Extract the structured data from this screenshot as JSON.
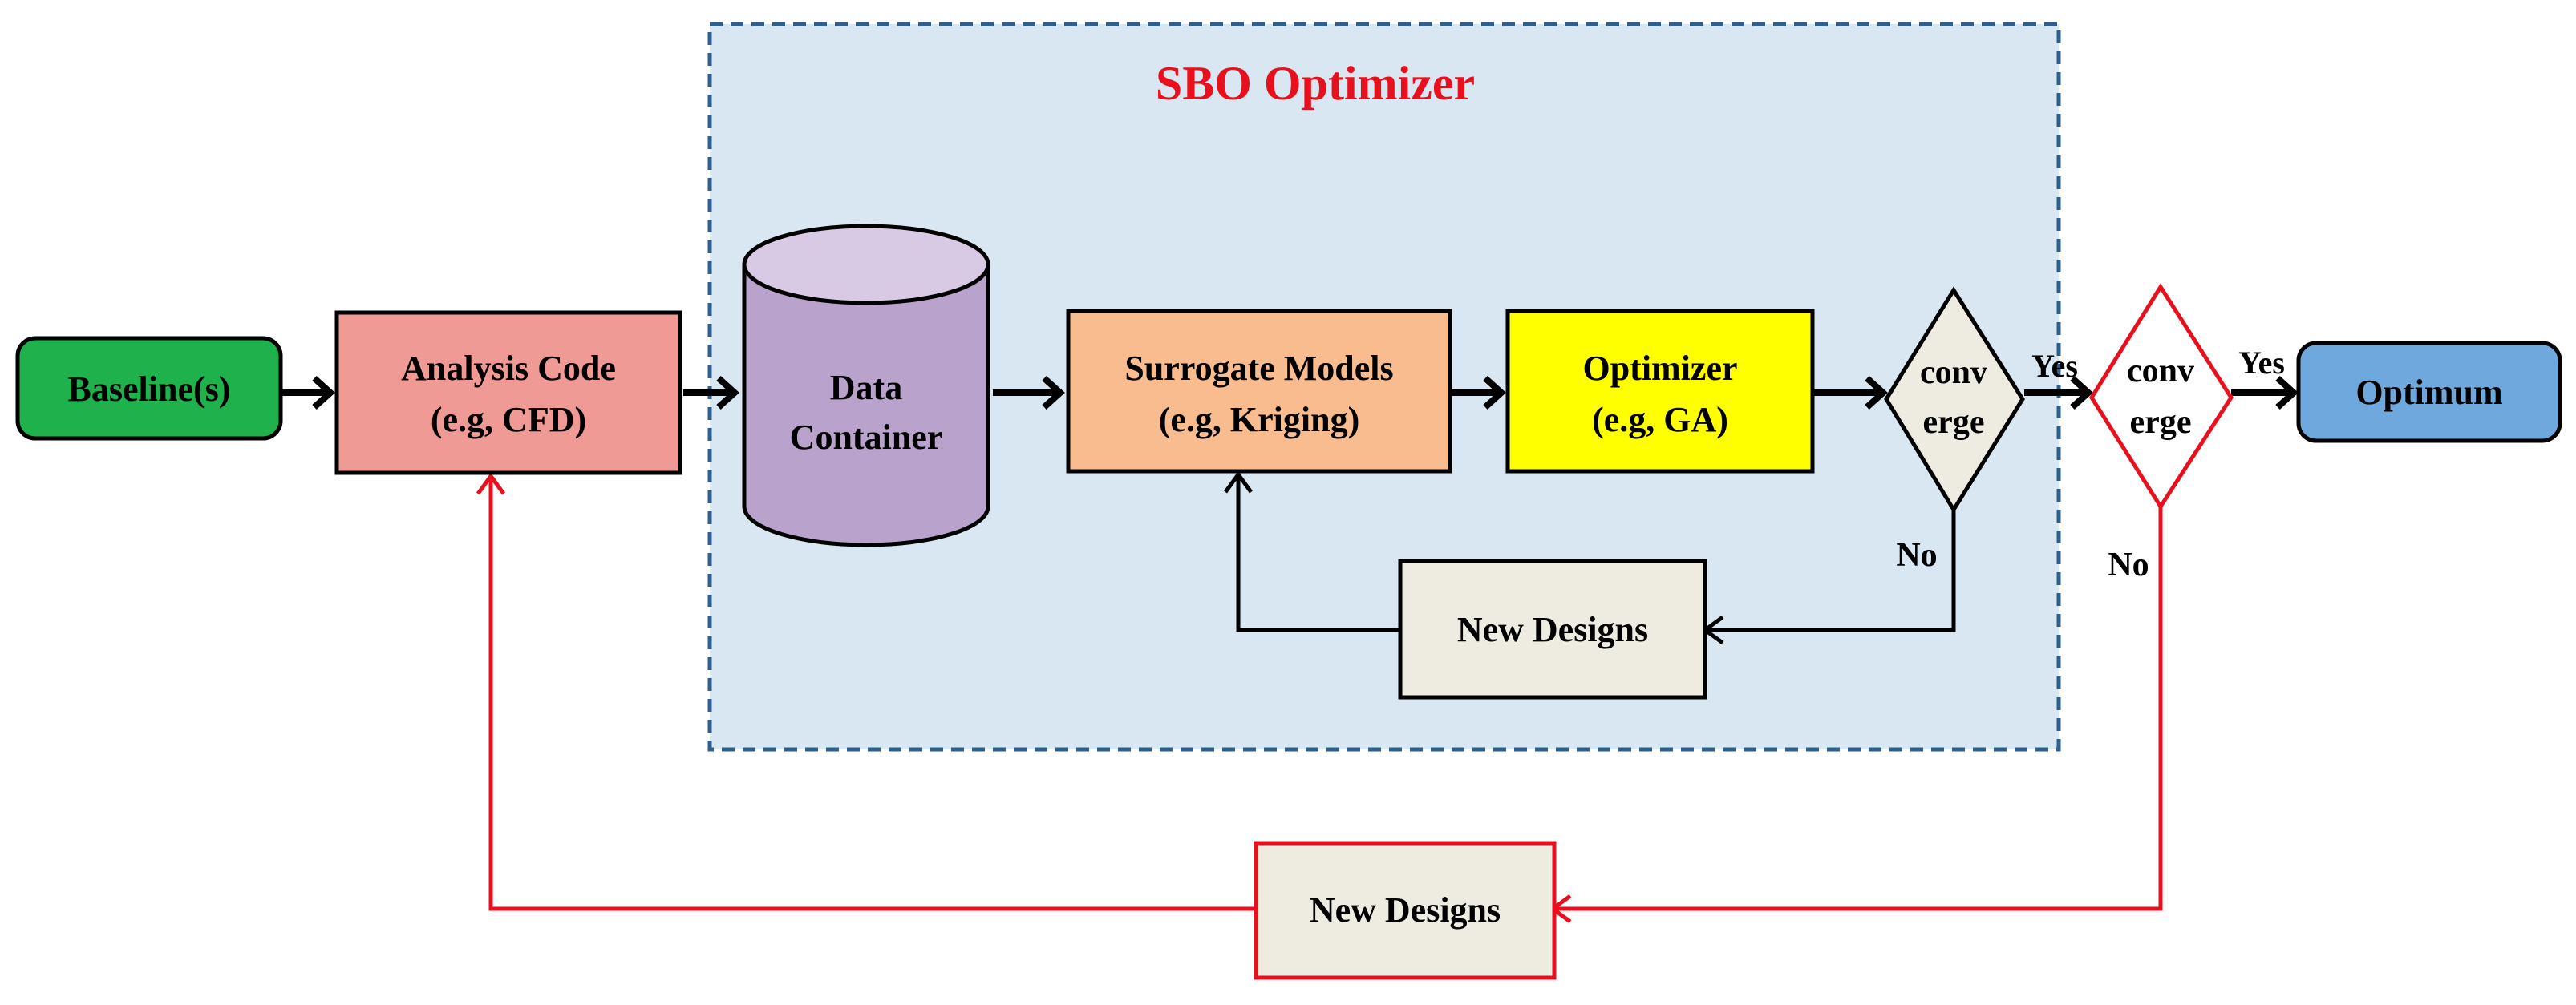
{
  "colors": {
    "red": "#e8101c",
    "black": "#000000",
    "panel_fill": "#d9e7f2",
    "panel_border": "#2f5f8f",
    "baseline_fill": "#1fb14b",
    "analysis_fill": "#f09a96",
    "container_fill": "#b9a3cc",
    "container_top": "#d8c9e4",
    "surrogate_fill": "#f8bc8f",
    "optimizer_fill": "#ffff00",
    "decision_fill": "#eeece1",
    "newdesign_fill": "#eeece1",
    "optimum_fill": "#6fa8dc"
  },
  "panel": {
    "title": "SBO Optimizer"
  },
  "nodes": {
    "baseline": {
      "label": "Baseline(s)"
    },
    "analysis": {
      "line1": "Analysis Code",
      "line2": "(e.g, CFD)"
    },
    "container": {
      "line1": "Data",
      "line2": "Container"
    },
    "surrogate": {
      "line1": "Surrogate Models",
      "line2": "(e.g, Kriging)"
    },
    "optimizer": {
      "line1": "Optimizer",
      "line2": "(e.g, GA)"
    },
    "inner_converge": {
      "line1": "conv",
      "line2": "erge"
    },
    "outer_converge": {
      "line1": "conv",
      "line2": "erge"
    },
    "optimum": {
      "label": "Optimum"
    },
    "inner_new_designs": {
      "label": "New Designs"
    },
    "outer_new_designs": {
      "label": "New Designs"
    }
  },
  "edges": {
    "inner_yes": "Yes",
    "outer_yes": "Yes",
    "inner_no": "No",
    "outer_no": "No"
  }
}
